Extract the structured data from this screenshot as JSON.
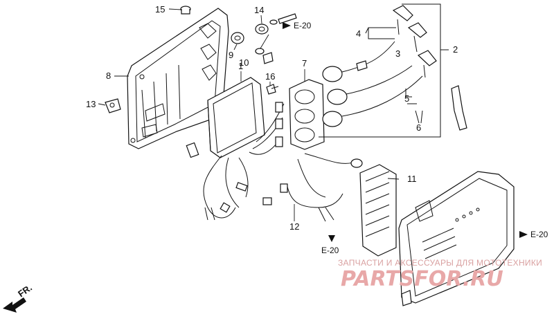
{
  "callouts": [
    {
      "label": "15"
    },
    {
      "label": "14"
    },
    {
      "label": "10"
    },
    {
      "label": "9"
    },
    {
      "label": "8"
    },
    {
      "label": "1"
    },
    {
      "label": "16"
    },
    {
      "label": "13"
    },
    {
      "label": "7"
    },
    {
      "label": "4"
    },
    {
      "label": "3"
    },
    {
      "label": "5"
    },
    {
      "label": "6"
    },
    {
      "label": "2"
    },
    {
      "label": "11"
    },
    {
      "label": "12"
    }
  ],
  "references": [
    {
      "label": "E-20"
    },
    {
      "label": "E-20"
    },
    {
      "label": "E-20"
    }
  ],
  "direction": {
    "label": "FR."
  },
  "watermark": {
    "line1": "ЗАПЧАСТИ И АКСЕССУАРЫ ДЛЯ МОТОТЕХНИКИ",
    "line2": "PARTSFOR.RU",
    "color": "#e8a8a8"
  }
}
